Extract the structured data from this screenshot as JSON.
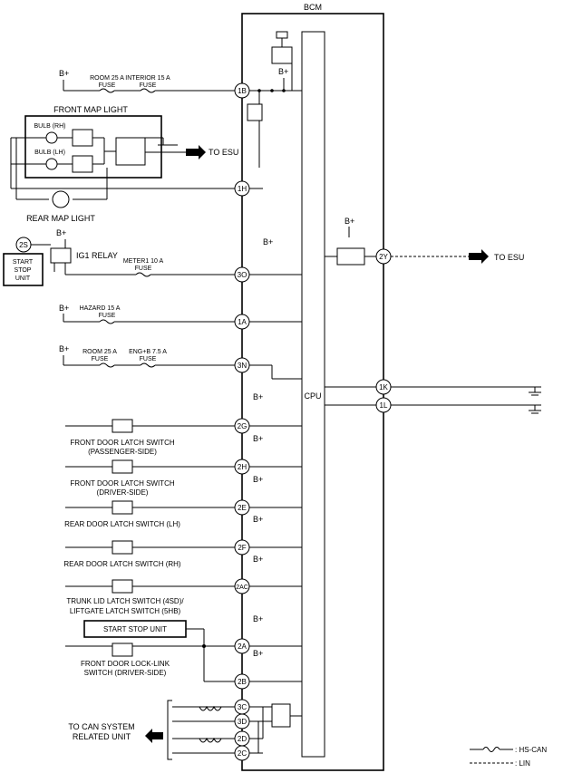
{
  "module": {
    "name": "BCM",
    "cpu": "CPU"
  },
  "supply": "B+",
  "fuses": {
    "room25": "ROOM 25 A",
    "interior15": "INTERIOR 15 A",
    "meter1": "METER1 10 A",
    "hazard15": "HAZARD 15 A",
    "room25b": "ROOM 25 A",
    "engb": "ENG+B 7.5 A",
    "fuse_word": "FUSE"
  },
  "front_map_light": {
    "title": "FRONT MAP LIGHT",
    "bulb_rh": "BULB (RH)",
    "bulb_lh": "BULB (LH)",
    "to_esu": "TO ESU"
  },
  "rear_map_light": "REAR MAP LIGHT",
  "start_stop_unit_left": {
    "pin": "2S",
    "lines": [
      "START",
      "STOP",
      "UNIT"
    ]
  },
  "ig1_relay": "IG1 RELAY",
  "pins": {
    "p1B": "1B",
    "p1H": "1H",
    "p3O": "3O",
    "p1A": "1A",
    "p3N": "3N",
    "p2G": "2G",
    "p2H": "2H",
    "p2E": "2E",
    "p2F": "2F",
    "p2AC": "2AC",
    "p2A": "2A",
    "p2B": "2B",
    "p3C": "3C",
    "p3D": "3D",
    "p2D": "2D",
    "p2C": "2C",
    "p2Y": "2Y",
    "p1K": "1K",
    "p1L": "1L"
  },
  "switches": {
    "front_passenger": [
      "FRONT DOOR LATCH SWITCH",
      "(PASSENGER-SIDE)"
    ],
    "front_driver": [
      "FRONT DOOR LATCH SWITCH",
      "(DRIVER-SIDE)"
    ],
    "rear_lh": "REAR DOOR LATCH SWITCH (LH)",
    "rear_rh": "REAR DOOR LATCH SWITCH (RH)",
    "trunk": [
      "TRUNK LID LATCH SWITCH (4SD)/",
      "LIFTGATE LATCH SWITCH (5HB)"
    ],
    "start_stop_unit": "START STOP UNIT",
    "lock_link": [
      "FRONT DOOR LOCK-LINK",
      "SWITCH (DRIVER-SIDE)"
    ]
  },
  "right_side": {
    "to_esu": "TO ESU"
  },
  "can": {
    "lines": [
      "TO CAN SYSTEM",
      "RELATED UNIT"
    ]
  },
  "legend": {
    "hs_can": ": HS-CAN",
    "lin": ": LIN"
  }
}
